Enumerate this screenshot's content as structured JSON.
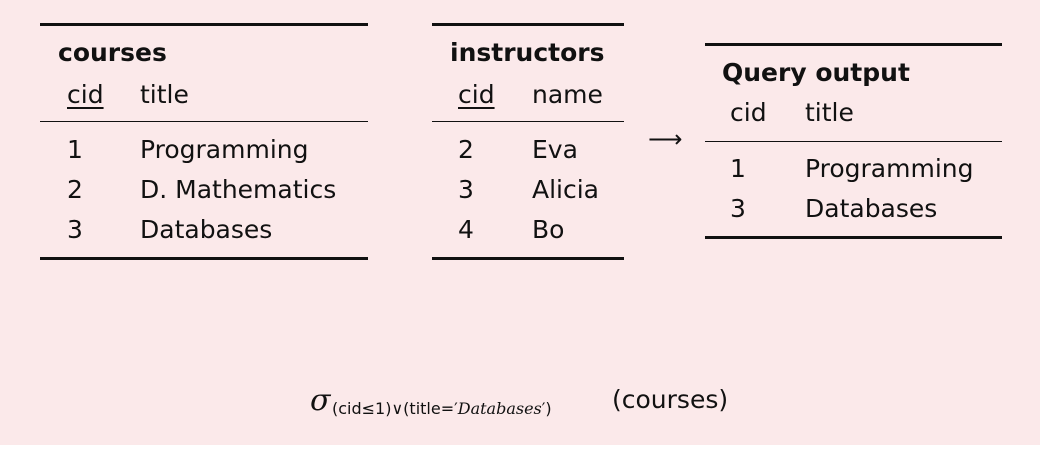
{
  "tables": [
    {
      "name": "courses",
      "columns": [
        "cid",
        "title"
      ],
      "key_column": 0,
      "rows": [
        [
          "1",
          "Programming"
        ],
        [
          "2",
          "D. Mathematics"
        ],
        [
          "3",
          "Databases"
        ]
      ]
    },
    {
      "name": "instructors",
      "columns": [
        "cid",
        "name"
      ],
      "key_column": 0,
      "rows": [
        [
          "2",
          "Eva"
        ],
        [
          "3",
          "Alicia"
        ],
        [
          "4",
          "Bo"
        ]
      ]
    }
  ],
  "output": {
    "name": "Query output",
    "columns": [
      "cid",
      "title"
    ],
    "rows": [
      [
        "1",
        "Programming"
      ],
      [
        "3",
        "Databases"
      ]
    ]
  },
  "arrow": "⟶",
  "formula": {
    "operator": "σ",
    "condition_before": "(cid≤1)∨(title=′",
    "condition_literal": "Databases",
    "condition_after": "′)",
    "argument": "(courses)"
  },
  "colors": {
    "background": "#fbe9ea",
    "ink": "#111111"
  }
}
